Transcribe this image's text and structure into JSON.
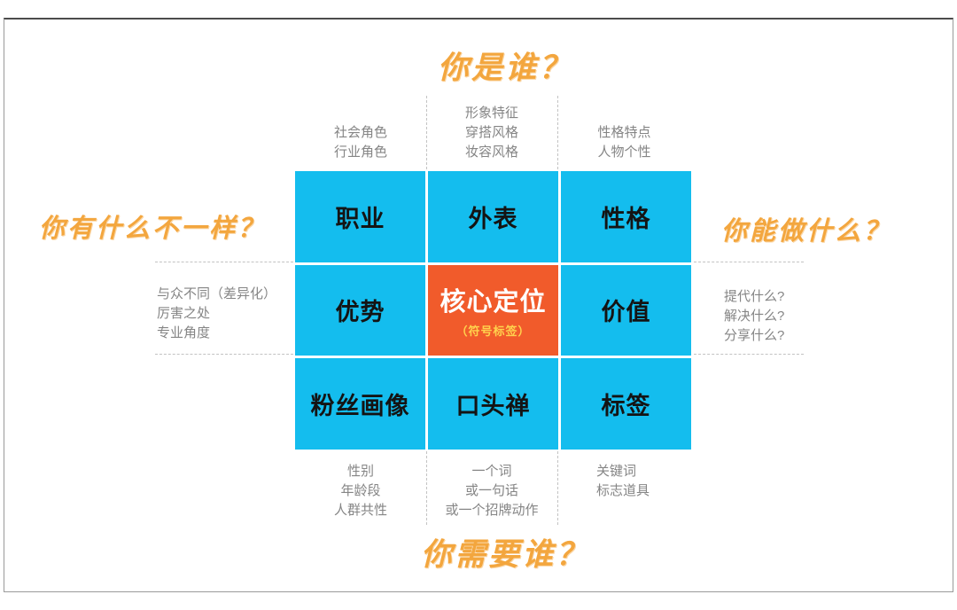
{
  "titles": {
    "top": "你是谁？",
    "left": "你有什么不一样？",
    "right": "你能做什么？",
    "bottom": "你需要谁？"
  },
  "grid": {
    "cells": [
      {
        "label": "职业"
      },
      {
        "label": "外表"
      },
      {
        "label": "性格"
      },
      {
        "label": "优势"
      },
      {
        "label": "核心定位",
        "sublabel": "（符号标签）",
        "highlight": true
      },
      {
        "label": "价值"
      },
      {
        "label": "粉丝画像"
      },
      {
        "label": "口头禅"
      },
      {
        "label": "标签"
      }
    ]
  },
  "annotations": {
    "top_left": [
      "社会角色",
      "行业角色"
    ],
    "top_center": [
      "形象特征",
      "穿搭风格",
      "妆容风格"
    ],
    "top_right": [
      "性格特点",
      "人物个性"
    ],
    "left": [
      "与众不同（差异化）",
      "厉害之处",
      "专业角度"
    ],
    "right": [
      "提代什么?",
      "解决什么?",
      "分享什么?"
    ],
    "bottom_left": [
      "性别",
      "年龄段",
      "人群共性"
    ],
    "bottom_center": [
      "一个词",
      "或一句话",
      "或一个招牌动作"
    ],
    "bottom_right": [
      "关键词",
      "标志道具"
    ]
  },
  "colors": {
    "cell_cyan": "#14bdee",
    "cell_core_orange": "#f15b2b",
    "calligraphy_orange": "#f3a63e",
    "core_sublabel_yellow": "#ffd24d",
    "annotation_gray": "#858585",
    "dashed_line_gray": "#c3c3c3"
  }
}
